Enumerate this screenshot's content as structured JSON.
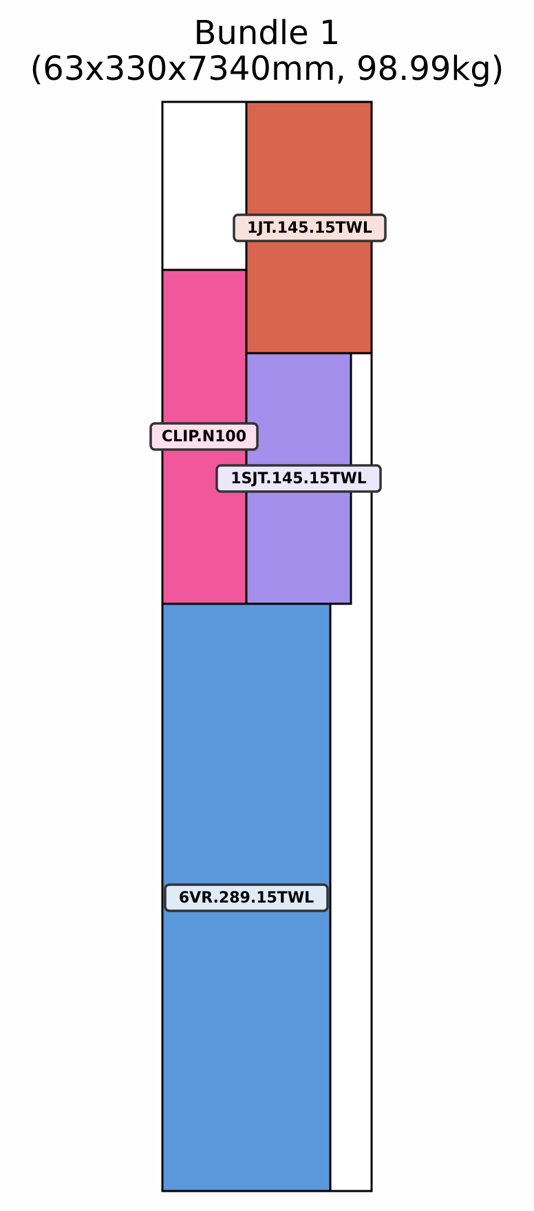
{
  "title": {
    "line1": "Bundle 1",
    "line2": "(63x330x7340mm, 98.99kg)"
  },
  "parts": [
    {
      "id": "6vr",
      "label": "6VR.289.15TWL",
      "color": "#5b97db",
      "label_bg": "#e0ebf8"
    },
    {
      "id": "clip",
      "label": "CLIP.N100",
      "color": "#f0589b",
      "label_bg": "#fde0ec"
    },
    {
      "id": "1sjt",
      "label": "1SJT.145.15TWL",
      "color": "#a48fec",
      "label_bg": "#ece8fb"
    },
    {
      "id": "1jt",
      "label": "1JT.145.15TWL",
      "color": "#d9654f",
      "label_bg": "#f8e1dc"
    }
  ]
}
